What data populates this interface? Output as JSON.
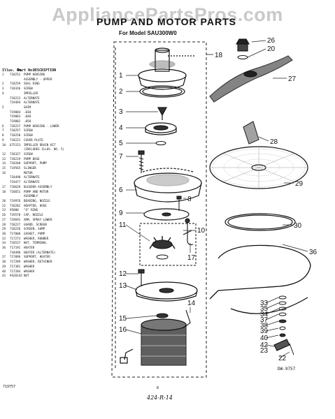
{
  "watermark": "AppliancePartsPros.com",
  "title": "PUMP AND MOTOR PARTS",
  "subtitle": "For Model SAU300W0",
  "table_header": {
    "illus": "Illus. No.",
    "part": "Part No.",
    "desc": "DESCRIPTION"
  },
  "parts": [
    {
      "n": "1",
      "p": "718252",
      "d": "PUMP HOUSING"
    },
    {
      "n": "",
      "p": "",
      "d": "ASSEMBLY - UPPER"
    },
    {
      "n": "2",
      "p": "718259",
      "d": "SEAL RING"
    },
    {
      "n": "3",
      "p": "718326",
      "d": "SCREW"
    },
    {
      "n": "4",
      "p": "",
      "d": "IMPELLER"
    },
    {
      "n": "",
      "p": "718223",
      "d": "ALTERNATE"
    },
    {
      "n": "",
      "p": "719494",
      "d": "ALTERNATE"
    },
    {
      "n": "5",
      "p": "",
      "d": "SHIM"
    },
    {
      "n": "",
      "p": "719084",
      "d": ".030"
    },
    {
      "n": "",
      "p": "719083",
      "d": ".040"
    },
    {
      "n": "",
      "p": "719082",
      "d": ".050"
    },
    {
      "n": "6",
      "p": "718227",
      "d": "PUMP HOUSING - LOWER"
    },
    {
      "n": "7",
      "p": "718257",
      "d": "SCREW"
    },
    {
      "n": "8",
      "p": "718258",
      "d": "SCREW"
    },
    {
      "n": "9",
      "p": "718221",
      "d": "COVER PLATE"
    },
    {
      "n": "10",
      "p": "675153",
      "d": "IMPELLER DRAIN KIT"
    },
    {
      "n": "",
      "p": "",
      "d": "(INCLUDES ILLUS. NO. 5)"
    },
    {
      "n": "12",
      "p": "718327",
      "d": "SCREW"
    },
    {
      "n": "13",
      "p": "718219",
      "d": "PUMP BASE"
    },
    {
      "n": "14",
      "p": "718260",
      "d": "SUPPORT, PUMP"
    },
    {
      "n": "15",
      "p": "719565",
      "d": "SLINGER"
    },
    {
      "n": "16",
      "p": "",
      "d": "MOTOR"
    },
    {
      "n": "",
      "p": "718490",
      "d": "ALTERNATE"
    },
    {
      "n": "",
      "p": "719477",
      "d": "ALTERNATE"
    },
    {
      "n": "17",
      "p": "718629",
      "d": "BLEEDER ASSEMBLY"
    },
    {
      "n": "18",
      "p": "718651",
      "d": "PUMP AND MOTOR"
    },
    {
      "n": "",
      "p": "",
      "d": "ASSEMBLY"
    },
    {
      "n": "20",
      "p": "719976",
      "d": "BEARING, NOZZLE"
    },
    {
      "n": "22",
      "p": "718282",
      "d": "ADAPTER, HOSE"
    },
    {
      "n": "23",
      "p": "95080",
      "d": "\"O\" RING"
    },
    {
      "n": "26",
      "p": "719578",
      "d": "CAP, NOZZLE"
    },
    {
      "n": "27",
      "p": "719691",
      "d": "ARM, SPRAY LOWER"
    },
    {
      "n": "28",
      "p": "718227",
      "d": "GUARD, SCREEN"
    },
    {
      "n": "29",
      "p": "718226",
      "d": "SCREEN, SUMP"
    },
    {
      "n": "30",
      "p": "717000",
      "d": "GASKET, PUMP"
    },
    {
      "n": "33",
      "p": "717273",
      "d": "WASHER, RUBBER"
    },
    {
      "n": "34",
      "p": "718537",
      "d": "NUT, TERMINAL"
    },
    {
      "n": "36",
      "p": "717191",
      "d": "HEATER"
    },
    {
      "n": "",
      "p": "718490",
      "d": "HEATER (ALTERNATE)"
    },
    {
      "n": "37",
      "p": "717096",
      "d": "SUPPORT, HEATER"
    },
    {
      "n": "38",
      "p": "717289",
      "d": "WASHER, RETAINER"
    },
    {
      "n": "39",
      "p": "717381",
      "d": "WASHER"
    },
    {
      "n": "40",
      "p": "717284",
      "d": "WASHER"
    },
    {
      "n": "42",
      "p": "9420143",
      "d": "NUT"
    }
  ],
  "callouts_left": [
    "1",
    "2",
    "3",
    "4",
    "5",
    "7",
    "6",
    "9",
    "11",
    "12",
    "13",
    "15",
    "16"
  ],
  "callouts_right": [
    "26",
    "20",
    "18",
    "27",
    "28",
    "29",
    "30",
    "36",
    "8",
    "10",
    "17",
    "14",
    "33",
    "35",
    "34",
    "37",
    "38",
    "39",
    "40",
    "42",
    "23",
    "22"
  ],
  "drawing_number": "DW-9757",
  "footer_code": "719757",
  "page_number": "6",
  "handwritten_note": "424-R-14"
}
